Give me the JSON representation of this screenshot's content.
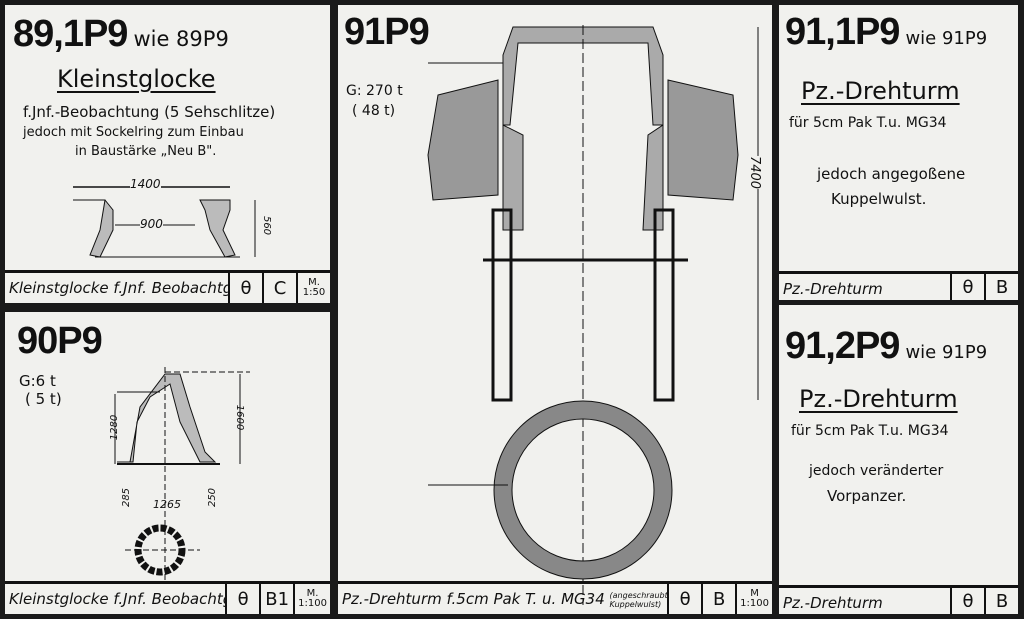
{
  "panels": {
    "p891": {
      "code": "89,1P9",
      "wie": "wie 89P9",
      "title": "Kleinstglocke",
      "line1": "f.Jnf.-Beobachtung (5 Sehschlitze)",
      "line2": "jedoch mit Sockelring zum Einbau",
      "line3": "in Baustärke „Neu B\".",
      "dims": {
        "width": "1400",
        "inner": "900",
        "height": "560"
      },
      "footer": {
        "label": "Kleinstglocke f.Jnf. Beobachtg.",
        "symbol": "θ",
        "class": "C",
        "scale_m": "M.",
        "scale": "1:50"
      }
    },
    "p90": {
      "code": "90P9",
      "weight": "G:6 t",
      "weight2": "( 5 t)",
      "dims": {
        "h1": "1280",
        "h2": "1600",
        "a": "285",
        "b": "1265",
        "c": "250"
      },
      "footer": {
        "label": "Kleinstglocke f.Jnf. Beobachtg.",
        "symbol": "θ",
        "class": "B1",
        "scale_m": "M.",
        "scale": "1:100"
      }
    },
    "p91": {
      "code": "91P9",
      "weight": "G: 270 t",
      "weight2": "( 48 t)",
      "dims": {
        "height": "7400"
      },
      "footer": {
        "label": "Pz.-Drehturm f.5cm Pak T. u. MG34",
        "note1": "(angeschraubt",
        "note2": "Kuppelwulst)",
        "symbol": "θ",
        "class": "B",
        "scale_m": "M",
        "scale": "1:100"
      }
    },
    "p911": {
      "code": "91,1P9",
      "wie": "wie 91P9",
      "title": "Pz.-Drehturm",
      "line1": "für 5cm Pak T.u. MG34",
      "line2": "jedoch angegoßene",
      "line3": "Kuppelwulst.",
      "footer": {
        "label": "Pz.-Drehturm",
        "symbol": "θ",
        "class": "B"
      }
    },
    "p912": {
      "code": "91,2P9",
      "wie": "wie 91P9",
      "title": "Pz.-Drehturm",
      "line1": "für 5cm Pak T.u. MG34",
      "line2": "jedoch veränderter",
      "line3": "Vorpanzer.",
      "footer": {
        "label": "Pz.-Drehturm",
        "symbol": "θ",
        "class": "B"
      }
    }
  }
}
